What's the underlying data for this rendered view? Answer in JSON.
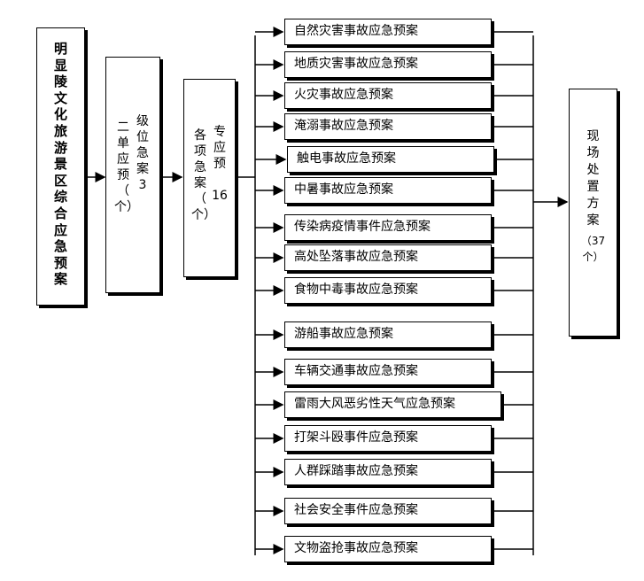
{
  "root": {
    "chars": [
      "明",
      "显",
      "陵",
      "文",
      "化",
      "旅",
      "游",
      "景",
      "区",
      "综",
      "合",
      "应",
      "急",
      "预",
      "案"
    ]
  },
  "level2": {
    "col1": [
      "二",
      "单",
      "应",
      "预",
      "（",
      "个）"
    ],
    "col2": [
      "级",
      "位",
      "急",
      "案",
      "3"
    ]
  },
  "level3": {
    "col1": [
      "各",
      "项",
      "急",
      "案",
      "（",
      "个）"
    ],
    "col2": [
      "专",
      "应",
      "预",
      "",
      "16"
    ]
  },
  "plans": [
    {
      "label": "自然灾害事故应急预案"
    },
    {
      "label": "地质灾害事故应急预案"
    },
    {
      "label": "火灾事故应急预案"
    },
    {
      "label": "淹溺事故应急预案"
    },
    {
      "label": "触电事故应急预案"
    },
    {
      "label": "中暑事故应急预案"
    },
    {
      "label": "传染病疫情事件应急预案"
    },
    {
      "label": "高处坠落事故应急预案"
    },
    {
      "label": "食物中毒事故应急预案"
    },
    {
      "label": "游船事故应急预案"
    },
    {
      "label": "车辆交通事故应急预案"
    },
    {
      "label": "雷雨大风恶劣性天气应急预案"
    },
    {
      "label": "打架斗殴事件应急预案"
    },
    {
      "label": "人群踩踏事故应急预案"
    },
    {
      "label": "社会安全事件应急预案"
    },
    {
      "label": "文物盗抢事故应急预案"
    }
  ],
  "final": {
    "chars": [
      "现",
      "场",
      "处",
      "置",
      "方",
      "案"
    ],
    "count": "（37",
    "unit": "个）"
  }
}
